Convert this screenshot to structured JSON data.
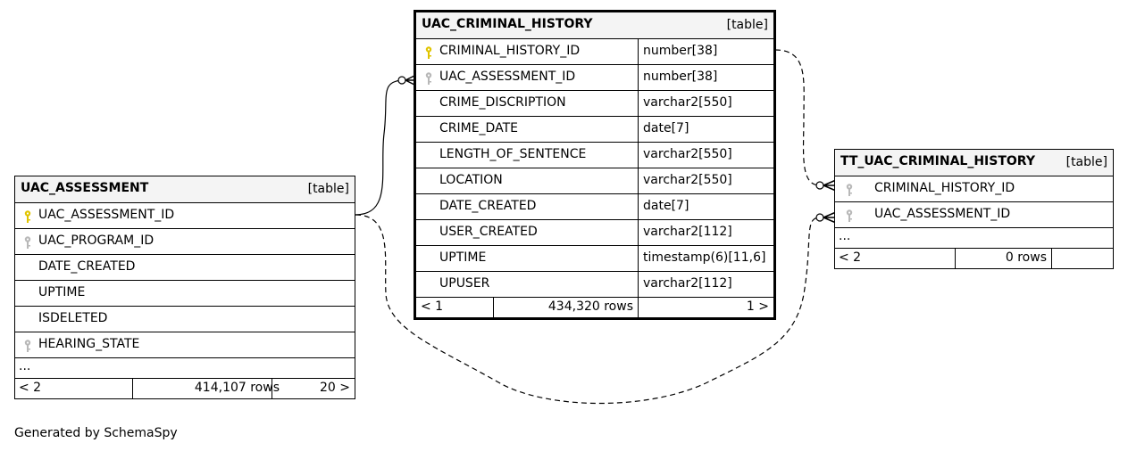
{
  "tables": {
    "uac_assessment": {
      "name": "UAC_ASSESSMENT",
      "type": "[table]",
      "columns": [
        {
          "name": "UAC_ASSESSMENT_ID",
          "key": "primary-key-icon"
        },
        {
          "name": "UAC_PROGRAM_ID",
          "key": "foreign-key-icon"
        },
        {
          "name": "DATE_CREATED",
          "key": ""
        },
        {
          "name": "UPTIME",
          "key": ""
        },
        {
          "name": "ISDELETED",
          "key": ""
        },
        {
          "name": "HEARING_STATE",
          "key": "foreign-key-icon"
        }
      ],
      "more": "...",
      "footer": {
        "parents": "< 2",
        "rows": "414,107 rows",
        "children": "20 >"
      }
    },
    "uac_criminal_history": {
      "name": "UAC_CRIMINAL_HISTORY",
      "type": "[table]",
      "columns": [
        {
          "name": "CRIMINAL_HISTORY_ID",
          "datatype": "number[38]",
          "key": "primary-key-icon"
        },
        {
          "name": "UAC_ASSESSMENT_ID",
          "datatype": "number[38]",
          "key": "foreign-key-icon"
        },
        {
          "name": "CRIME_DISCRIPTION",
          "datatype": "varchar2[550]",
          "key": ""
        },
        {
          "name": "CRIME_DATE",
          "datatype": "date[7]",
          "key": ""
        },
        {
          "name": "LENGTH_OF_SENTENCE",
          "datatype": "varchar2[550]",
          "key": ""
        },
        {
          "name": "LOCATION",
          "datatype": "varchar2[550]",
          "key": ""
        },
        {
          "name": "DATE_CREATED",
          "datatype": "date[7]",
          "key": ""
        },
        {
          "name": "USER_CREATED",
          "datatype": "varchar2[112]",
          "key": ""
        },
        {
          "name": "UPTIME",
          "datatype": "timestamp(6)[11,6]",
          "key": ""
        },
        {
          "name": "UPUSER",
          "datatype": "varchar2[112]",
          "key": ""
        }
      ],
      "footer": {
        "parents": "< 1",
        "rows": "434,320 rows",
        "children": "1 >"
      }
    },
    "tt_uac_criminal_history": {
      "name": "TT_UAC_CRIMINAL_HISTORY",
      "type": "[table]",
      "columns": [
        {
          "name": "CRIMINAL_HISTORY_ID",
          "key": "foreign-key-icon"
        },
        {
          "name": "UAC_ASSESSMENT_ID",
          "key": "foreign-key-icon"
        }
      ],
      "more": "...",
      "footer": {
        "parents": "< 2",
        "rows": "0 rows",
        "children": ""
      }
    }
  },
  "caption": "Generated by SchemaSpy",
  "colors": {
    "primary_key": "#e0c400",
    "foreign_key": "#b8b8b8",
    "header_bg": "#f4f4f4"
  }
}
